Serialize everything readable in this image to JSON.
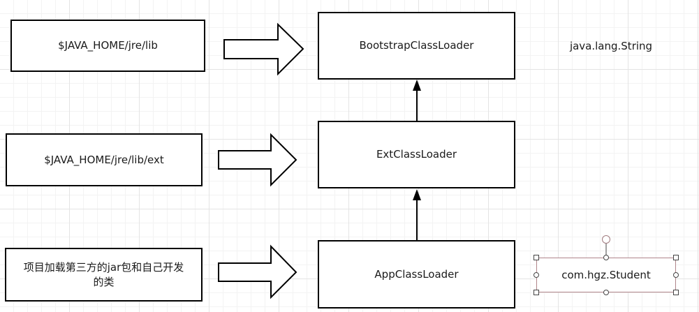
{
  "sources": {
    "jre_lib": "$JAVA_HOME/jre/lib",
    "jre_lib_ext": "$JAVA_HOME/jre/lib/ext",
    "project": "项目加载第三方的jar包和自己开发的类"
  },
  "loaders": {
    "bootstrap": "BootstrapClassLoader",
    "ext": "ExtClassLoader",
    "app": "AppClassLoader"
  },
  "examples": {
    "string_class": "java.lang.String",
    "student_class": "com.hgz.Student"
  }
}
